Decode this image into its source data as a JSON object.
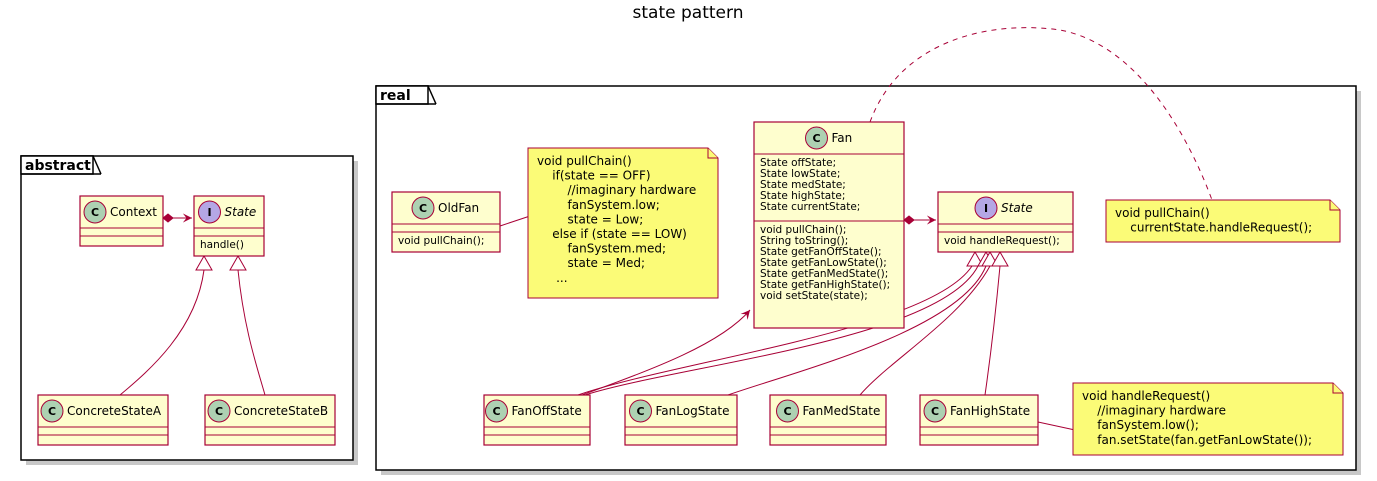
{
  "title": "state pattern",
  "colors": {
    "class_fill": "#FEFECE",
    "class_border": "#A80036",
    "note_fill": "#FBFB77",
    "note_border": "#A80036",
    "class_badge": "#ADD1B2",
    "interface_badge": "#B4A7E5",
    "arrow": "#A80036"
  },
  "packages": [
    {
      "id": "abstract",
      "label": "abstract"
    },
    {
      "id": "real",
      "label": "real"
    }
  ],
  "classes": [
    {
      "id": "context",
      "kind": "class",
      "badge": "C",
      "name": "Context",
      "fields": [],
      "methods": []
    },
    {
      "id": "state_abs",
      "kind": "interface",
      "badge": "I",
      "name": "State",
      "fields": [],
      "methods": [
        "handle()"
      ]
    },
    {
      "id": "concrete_a",
      "kind": "class",
      "badge": "C",
      "name": "ConcreteStateA",
      "fields": [],
      "methods": []
    },
    {
      "id": "concrete_b",
      "kind": "class",
      "badge": "C",
      "name": "ConcreteStateB",
      "fields": [],
      "methods": []
    },
    {
      "id": "oldfan",
      "kind": "class",
      "badge": "C",
      "name": "OldFan",
      "fields": [],
      "methods": [
        "void pullChain();"
      ]
    },
    {
      "id": "fan",
      "kind": "class",
      "badge": "C",
      "name": "Fan",
      "fields": [
        "State offState;",
        "State lowState;",
        "State medState;",
        "State highState;",
        "State currentState;"
      ],
      "methods": [
        "void pullChain();",
        "String toString();",
        "State getFanOffState();",
        "State getFanLowState();",
        "State getFanMedState();",
        "State getFanHighState();",
        "void setState(state);"
      ]
    },
    {
      "id": "state_real",
      "kind": "interface",
      "badge": "I",
      "name": "State",
      "fields": [],
      "methods": [
        "void handleRequest();"
      ]
    },
    {
      "id": "fanoff",
      "kind": "class",
      "badge": "C",
      "name": "FanOffState",
      "fields": [],
      "methods": []
    },
    {
      "id": "fanlog",
      "kind": "class",
      "badge": "C",
      "name": "FanLogState",
      "fields": [],
      "methods": []
    },
    {
      "id": "fanmed",
      "kind": "class",
      "badge": "C",
      "name": "FanMedState",
      "fields": [],
      "methods": []
    },
    {
      "id": "fanhigh",
      "kind": "class",
      "badge": "C",
      "name": "FanHighState",
      "fields": [],
      "methods": []
    }
  ],
  "notes": [
    {
      "id": "note_oldfan",
      "lines": [
        "void pullChain()",
        "    if(state == OFF)",
        "        //imaginary hardware",
        "        fanSystem.low;",
        "        state = Low;",
        "    else if (state == LOW)",
        "        fanSystem.med;",
        "        state = Med;",
        "     ..."
      ]
    },
    {
      "id": "note_fan",
      "lines": [
        "void pullChain()",
        "    currentState.handleRequest();"
      ]
    },
    {
      "id": "note_high",
      "lines": [
        "void handleRequest()",
        "    //imaginary hardware",
        "    fanSystem.low();",
        "    fan.setState(fan.getFanLowState());"
      ]
    }
  ],
  "relations": [
    {
      "type": "composition",
      "from": "context",
      "to": "state_abs"
    },
    {
      "type": "realization",
      "from": "concrete_a",
      "to": "state_abs"
    },
    {
      "type": "realization",
      "from": "concrete_b",
      "to": "state_abs"
    },
    {
      "type": "composition",
      "from": "fan",
      "to": "state_real"
    },
    {
      "type": "association",
      "from": "fanoff",
      "to": "fan"
    },
    {
      "type": "realization",
      "from": "fanoff",
      "to": "state_real"
    },
    {
      "type": "realization",
      "from": "fanlog",
      "to": "state_real"
    },
    {
      "type": "realization",
      "from": "fanmed",
      "to": "state_real"
    },
    {
      "type": "realization",
      "from": "fanhigh",
      "to": "state_real"
    },
    {
      "type": "note-link",
      "from": "note_oldfan",
      "to": "oldfan"
    },
    {
      "type": "note-link",
      "from": "note_fan",
      "to": "fan"
    },
    {
      "type": "note-link",
      "from": "note_high",
      "to": "fanhigh"
    }
  ]
}
